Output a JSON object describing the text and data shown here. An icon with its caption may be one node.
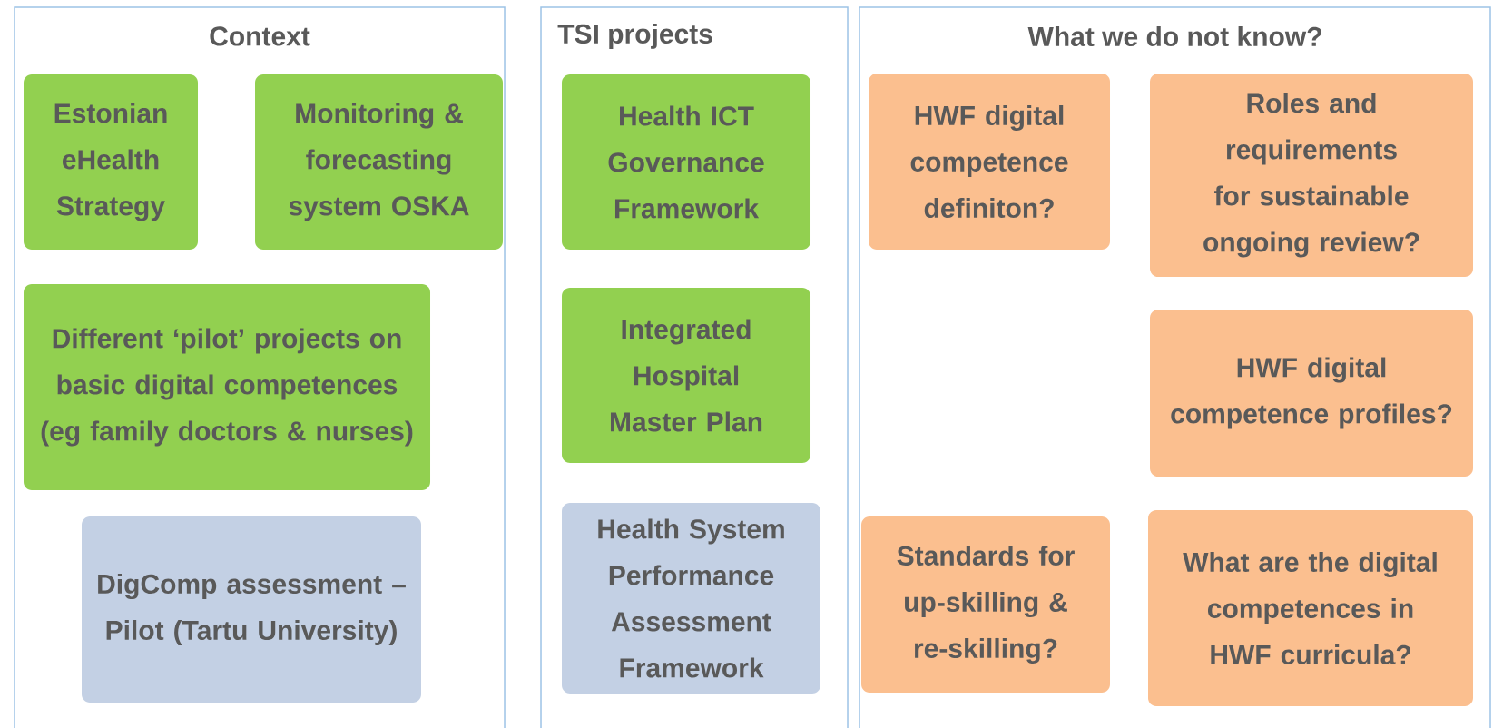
{
  "diagram": {
    "nodes": [
      {
        "text": [
          "Context"
        ]
      },
      {
        "text": [
          "Estonian eHealth Strategy"
        ],
        "in": 0
      },
      {
        "text": [
          "Monitoring & forecasting system OSKA"
        ],
        "in": 0
      },
      {
        "text": [
          "Different ‘pilot’ projects on basic digital competences (eg family doctors & nurses)"
        ],
        "in": 0
      },
      {
        "text": [
          "DigComp assessment – Pilot (Tartu University)"
        ],
        "in": 0
      },
      {
        "text": [
          "TSI projects"
        ]
      },
      {
        "text": [
          "Health ICT Governance Framework"
        ],
        "in": 5
      },
      {
        "text": [
          "Integrated Hospital Master Plan"
        ],
        "in": 5
      },
      {
        "text": [
          "Health System Performance Assessment Framework"
        ],
        "in": 5
      },
      {
        "text": [
          "What we do not know?"
        ]
      },
      {
        "text": [
          "HWF digital competence definiton?"
        ],
        "in": 9
      },
      {
        "text": [
          "Roles and requirements for sustainable ongoing review?"
        ],
        "in": 9
      },
      {
        "text": [
          "HWF digital competence profiles?"
        ],
        "in": 9
      },
      {
        "text": [
          "Standards for up-skilling & re-skilling?"
        ],
        "in": 9
      },
      {
        "text": [
          "What are the digital competences in HWF curricula?"
        ],
        "in": 9
      }
    ]
  }
}
